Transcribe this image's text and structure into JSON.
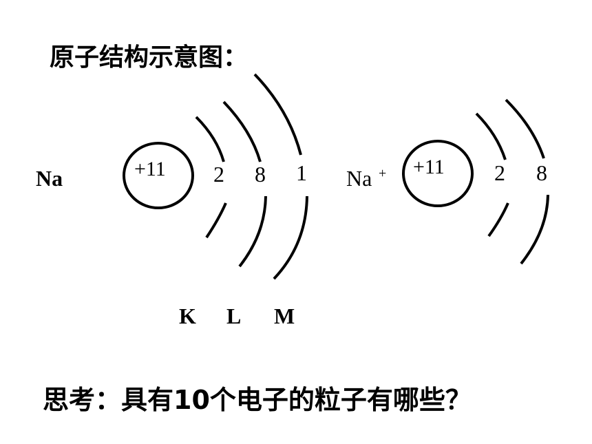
{
  "title": "原子结构示意图：",
  "sodium_atom": {
    "symbol": "Na",
    "nucleus": "+11",
    "shells": [
      "2",
      "8",
      "1"
    ],
    "shell_names": [
      "K",
      "L",
      "M"
    ]
  },
  "sodium_ion": {
    "symbol": "Na",
    "charge": "+",
    "nucleus": "+11",
    "shells": [
      "2",
      "8"
    ]
  },
  "question": "思考：具有10个电子的粒子有哪些？"
}
